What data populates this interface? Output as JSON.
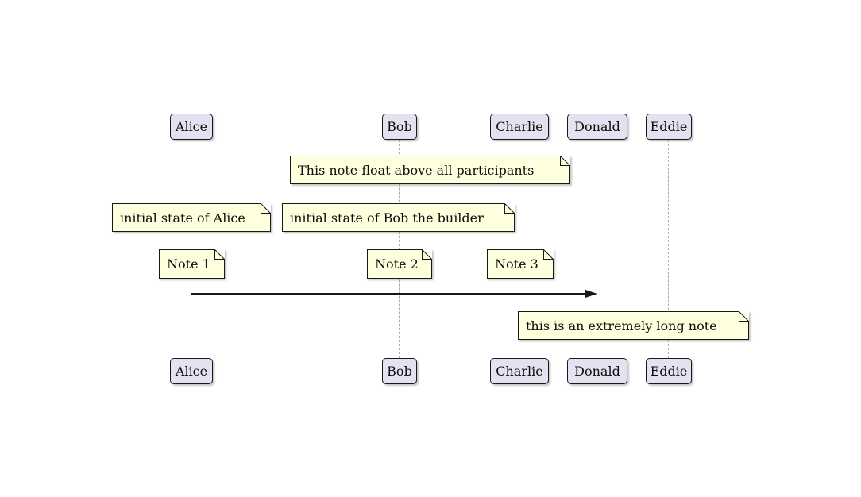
{
  "diagram": {
    "type": "sequence-diagram",
    "participants": [
      {
        "name": "Alice"
      },
      {
        "name": "Bob"
      },
      {
        "name": "Charlie"
      },
      {
        "name": "Donald"
      },
      {
        "name": "Eddie"
      }
    ],
    "notes": [
      {
        "text": "This note float above all participants",
        "placement": "above all participants"
      },
      {
        "text": "initial state of Alice",
        "placement": "over Alice"
      },
      {
        "text": "initial state of Bob the builder",
        "placement": "over Bob"
      },
      {
        "text": "Note 1",
        "placement": "over Alice"
      },
      {
        "text": "Note 2",
        "placement": "over Bob"
      },
      {
        "text": "Note 3",
        "placement": "over Charlie"
      },
      {
        "text": "this is an extremely long note",
        "placement": "over Donald"
      }
    ],
    "messages": [
      {
        "from": "Alice",
        "to": "Donald",
        "label": "",
        "line": "solid",
        "head": "filled-arrow"
      }
    ],
    "colors": {
      "background": "#FFFFFF",
      "participant_fill": "#E2E2F0",
      "participant_border": "#181818",
      "note_fill": "#FEFFDD",
      "note_border": "#181818",
      "lifeline": "#A8A8A8",
      "arrow": "#181818"
    }
  }
}
